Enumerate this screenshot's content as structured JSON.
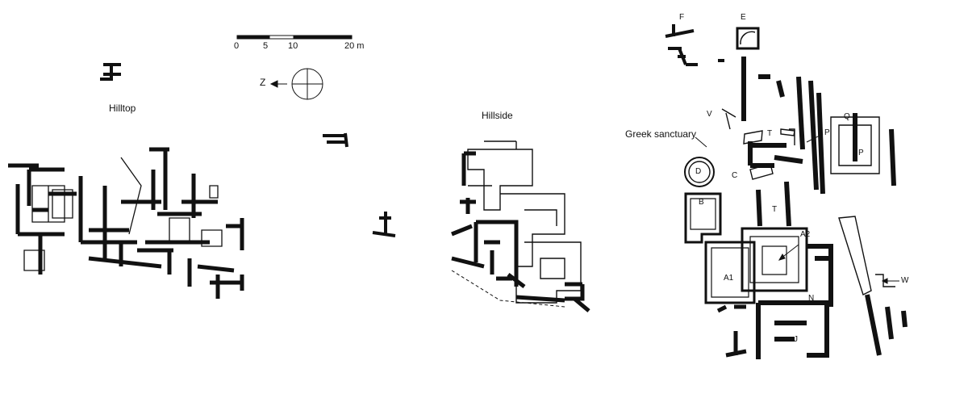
{
  "scale_bar": {
    "ticks": [
      "0",
      "5",
      "10",
      "20 m"
    ]
  },
  "north_arrow": {
    "label": "Z"
  },
  "areas": {
    "hilltop": "Hilltop",
    "hillside": "Hillside",
    "greek_sanctuary": "Greek sanctuary"
  },
  "structures": {
    "f": "F",
    "e": "E",
    "v": "V",
    "t1": "T",
    "t2": "T",
    "p1": "P",
    "p2": "P",
    "q": "Q",
    "c": "C",
    "d": "D",
    "b": "B",
    "a1": "A1",
    "a2": "A2",
    "n": "N",
    "j": "J",
    "w": "W"
  },
  "colors": {
    "ink": "#111111",
    "paper": "#ffffff"
  }
}
